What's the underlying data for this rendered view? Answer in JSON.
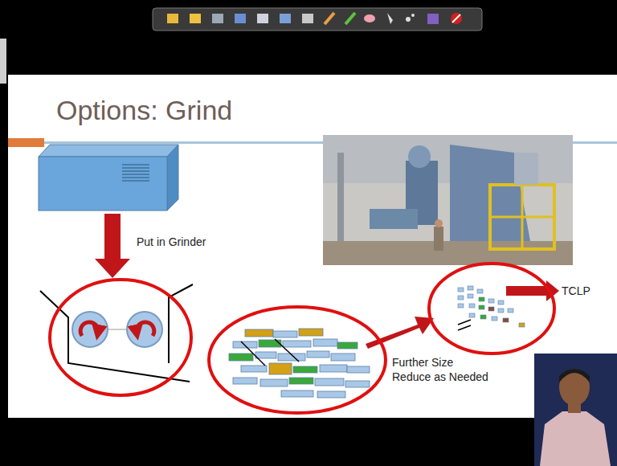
{
  "diagram": {
    "title": "Options: Grind",
    "labels": [
      "Put in Grinder",
      "Further Size Reduce as Needed",
      "TCLP"
    ]
  }
}
